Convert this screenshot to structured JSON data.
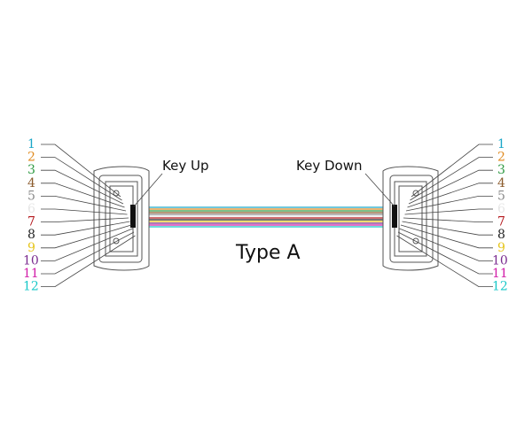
{
  "title": "Type A",
  "key_up_label": "Key Up",
  "key_down_label": "Key Down",
  "fibers": [
    {
      "label": "1",
      "color": "#1aa6c8"
    },
    {
      "label": "2",
      "color": "#e08a1e"
    },
    {
      "label": "3",
      "color": "#2f9a43"
    },
    {
      "label": "4",
      "color": "#8a5a2b"
    },
    {
      "label": "5",
      "color": "#8c8c8c"
    },
    {
      "label": "6",
      "color": "#e6e6e6"
    },
    {
      "label": "7",
      "color": "#b3161b"
    },
    {
      "label": "8",
      "color": "#222222"
    },
    {
      "label": "9",
      "color": "#e6c51c"
    },
    {
      "label": "10",
      "color": "#7a2b8f"
    },
    {
      "label": "11",
      "color": "#d21ca8"
    },
    {
      "label": "12",
      "color": "#18c8c8"
    }
  ]
}
